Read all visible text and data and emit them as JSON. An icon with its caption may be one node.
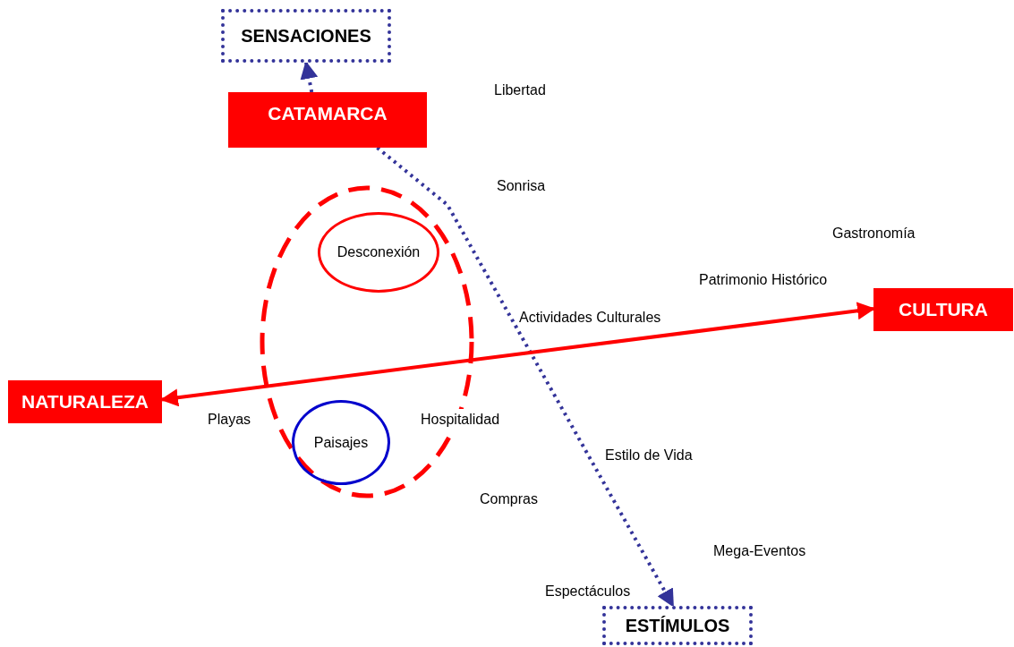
{
  "diagram": {
    "nodes": [
      {
        "text": [
          "SENSACIONES"
        ]
      },
      {
        "text": [
          "CATAMARCA"
        ]
      },
      {
        "text": [
          "CULTURA"
        ]
      },
      {
        "text": [
          "NATURALEZA"
        ]
      },
      {
        "text": [
          "ESTÍMULOS"
        ]
      },
      {
        "text": [],
        "shape": "ellipse"
      },
      {
        "text": [
          "Desconexión"
        ],
        "in": 5
      },
      {
        "text": [
          "Paisajes"
        ],
        "in": 5
      }
    ],
    "edges": [
      {
        "from": 1,
        "to": 0,
        "arrow": "to",
        "style": "dashed",
        "color": "#333399"
      },
      {
        "from": 1,
        "to": 4,
        "arrow": "to",
        "style": "dashed",
        "color": "#333399"
      },
      {
        "from": 3,
        "to": 2,
        "arrow": "both",
        "color": "#ff0000"
      }
    ],
    "labels": [
      "Libertad",
      "Sonrisa",
      "Gastronomía",
      "Patrimonio Histórico",
      "Actividades Culturales",
      "Playas",
      "Hospitalidad",
      "Estilo de Vida",
      "Compras",
      "Mega-Eventos",
      "Espectáculos"
    ]
  }
}
